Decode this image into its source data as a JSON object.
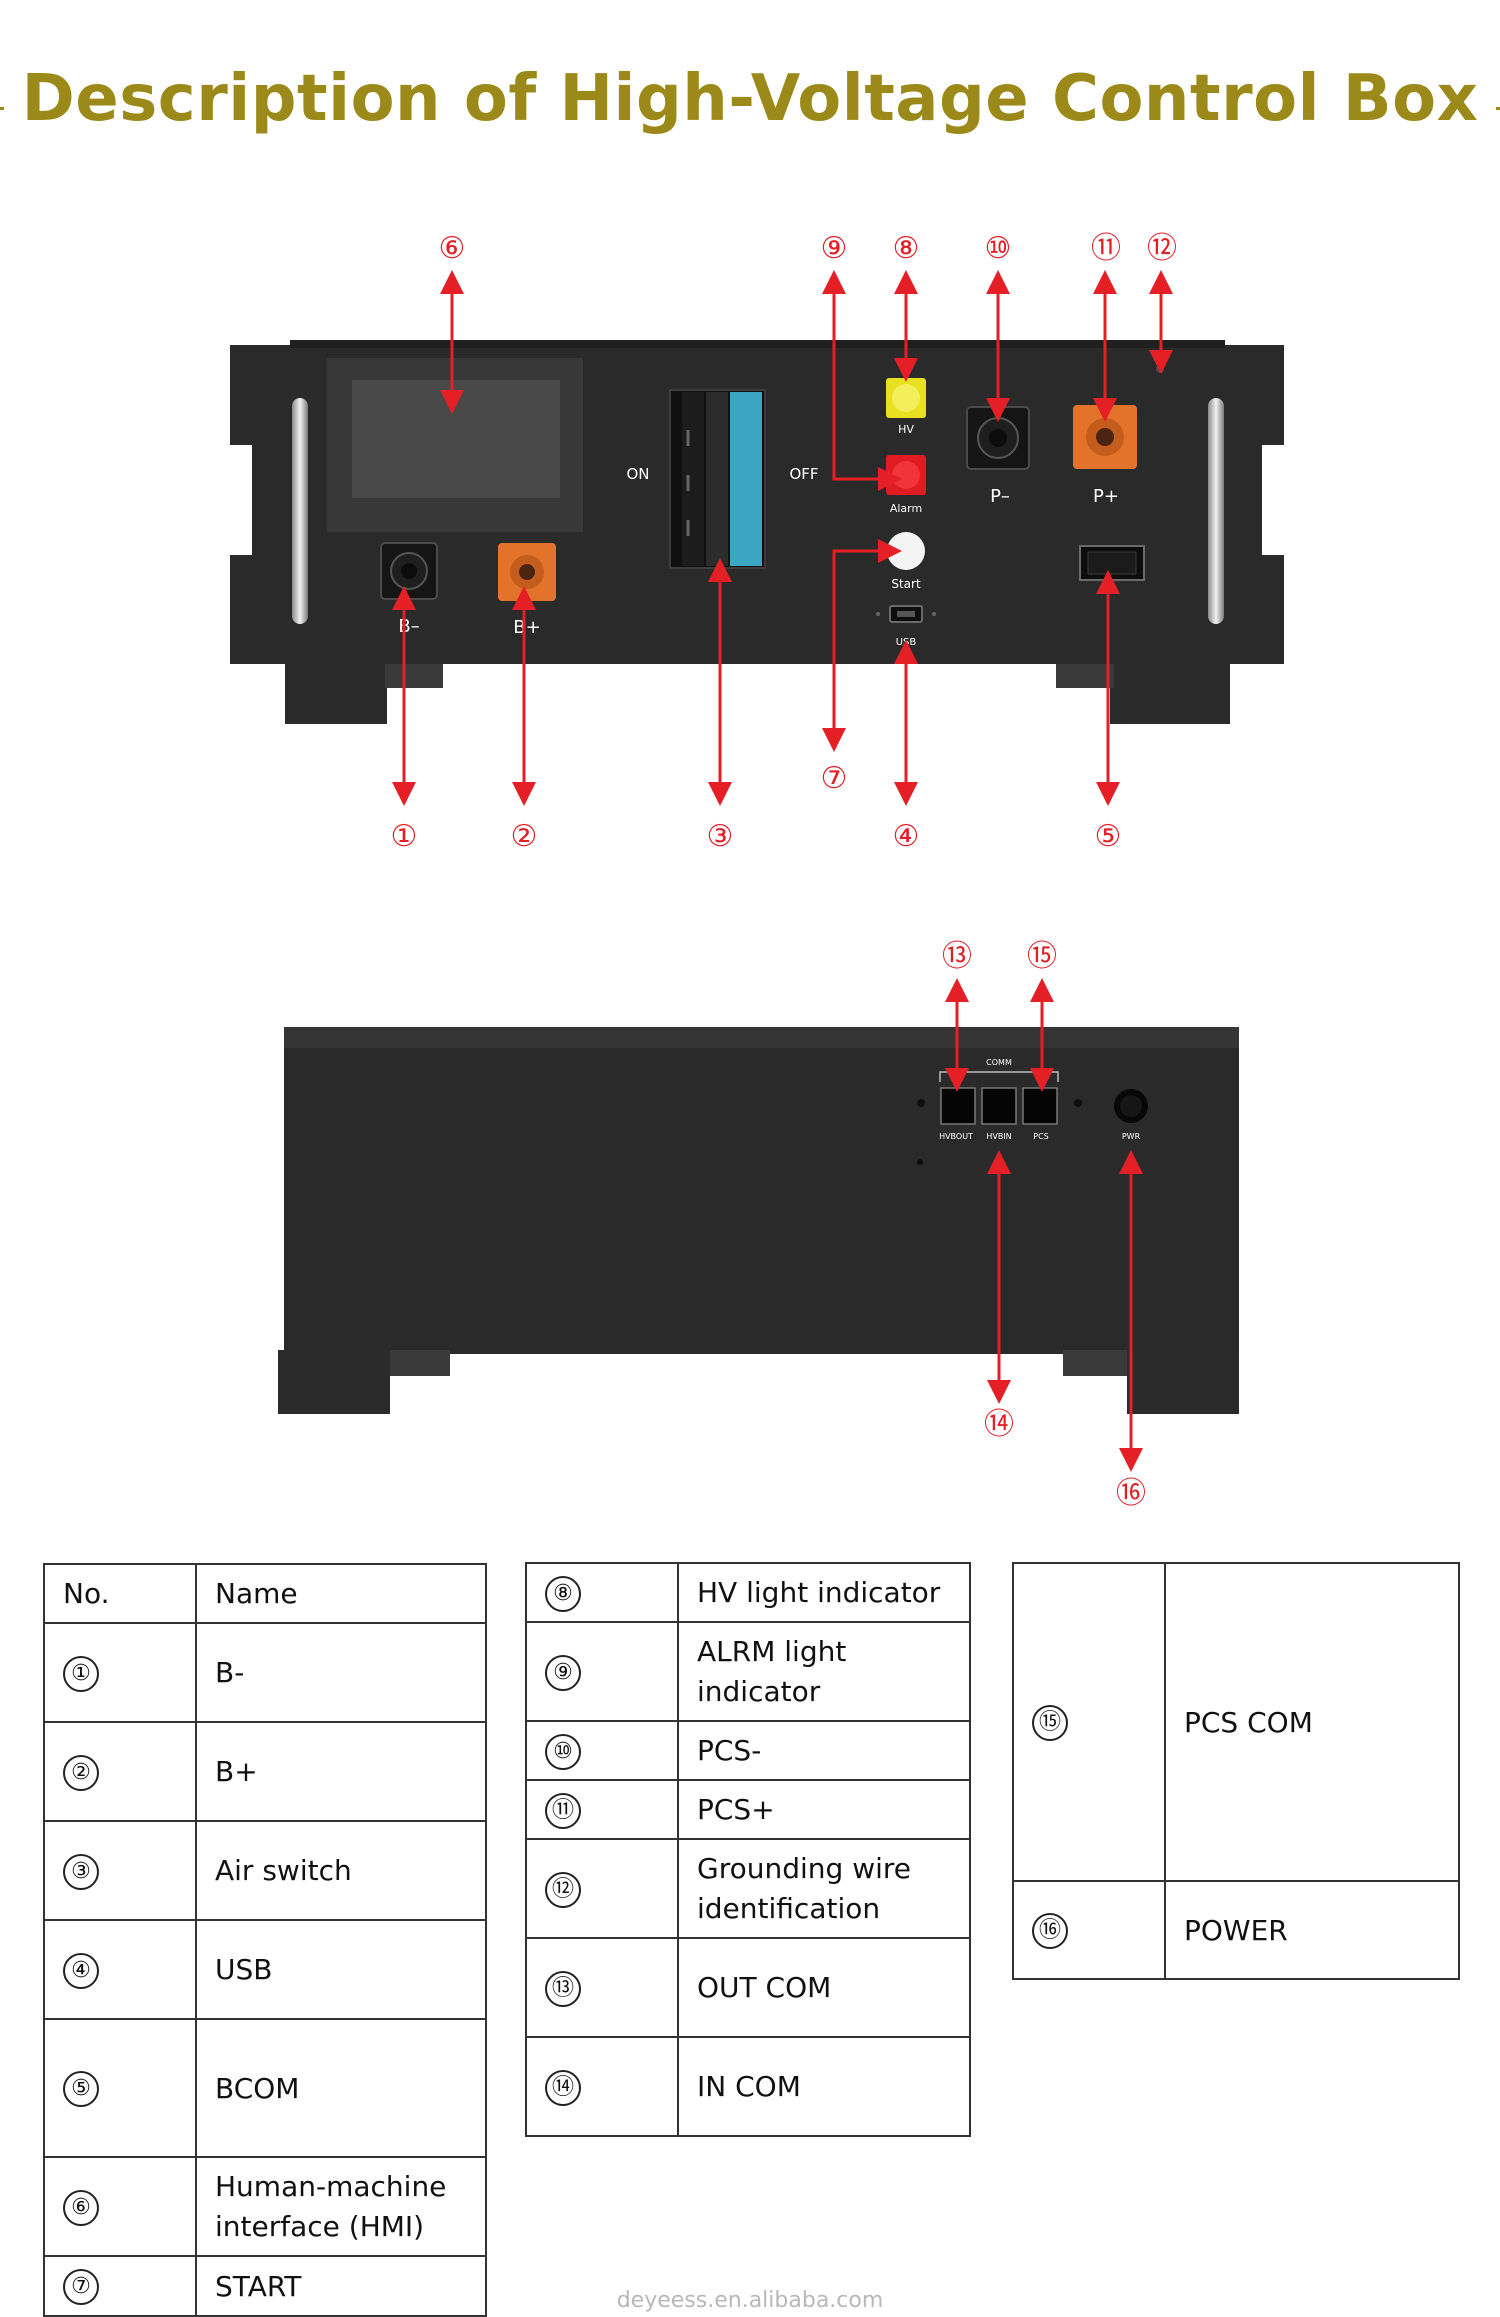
{
  "title": "Description of High-Voltage Control Box",
  "front_panel": {
    "labels": {
      "on": "ON",
      "off": "OFF",
      "hv": "HV",
      "alarm": "Alarm",
      "start": "Start",
      "usb": "USB",
      "p_minus": "P–",
      "p_plus": "P+",
      "b_minus": "B–",
      "b_plus": "B+"
    },
    "callouts": [
      "⑥",
      "⑨",
      "⑧",
      "⑩",
      "⑪",
      "⑫",
      "①",
      "②",
      "③",
      "⑦",
      "④",
      "⑤"
    ]
  },
  "rear_panel": {
    "labels": {
      "comm": "COMM",
      "hvbout": "HVBOUT",
      "hvbin": "HVBIN",
      "pcs": "PCS",
      "pwr": "PWR"
    },
    "callouts": [
      "⑬",
      "⑮",
      "⑭",
      "⑯"
    ]
  },
  "colors": {
    "title": "#9b8a19",
    "callout_red": "#e41f26",
    "orange_connector": "#e3732b",
    "hv_yellow": "#e8e020",
    "alarm_red": "#e11b22",
    "switch_blue": "#3aa6c4"
  },
  "table1": {
    "header": {
      "no": "No.",
      "name": "Name"
    },
    "rows": [
      {
        "no": "①",
        "name": "B-"
      },
      {
        "no": "②",
        "name": "B+"
      },
      {
        "no": "③",
        "name": "Air switch"
      },
      {
        "no": "④",
        "name": "USB"
      },
      {
        "no": "⑤",
        "name": "BCOM"
      },
      {
        "no": "⑥",
        "name": "Human-machine interface (HMI)"
      },
      {
        "no": "⑦",
        "name": "START"
      }
    ]
  },
  "table2": {
    "rows": [
      {
        "no": "⑧",
        "name": "HV light indicator"
      },
      {
        "no": "⑨",
        "name": "ALRM light indicator"
      },
      {
        "no": "⑩",
        "name": "PCS-"
      },
      {
        "no": "⑪",
        "name": "PCS+"
      },
      {
        "no": "⑫",
        "name": "Grounding wire identification"
      },
      {
        "no": "⑬",
        "name": "OUT COM"
      },
      {
        "no": "⑭",
        "name": "IN COM"
      }
    ]
  },
  "table3": {
    "rows": [
      {
        "no": "⑮",
        "name": "PCS COM"
      },
      {
        "no": "⑯",
        "name": "POWER"
      }
    ]
  },
  "watermark": "deyeess.en.alibaba.com"
}
